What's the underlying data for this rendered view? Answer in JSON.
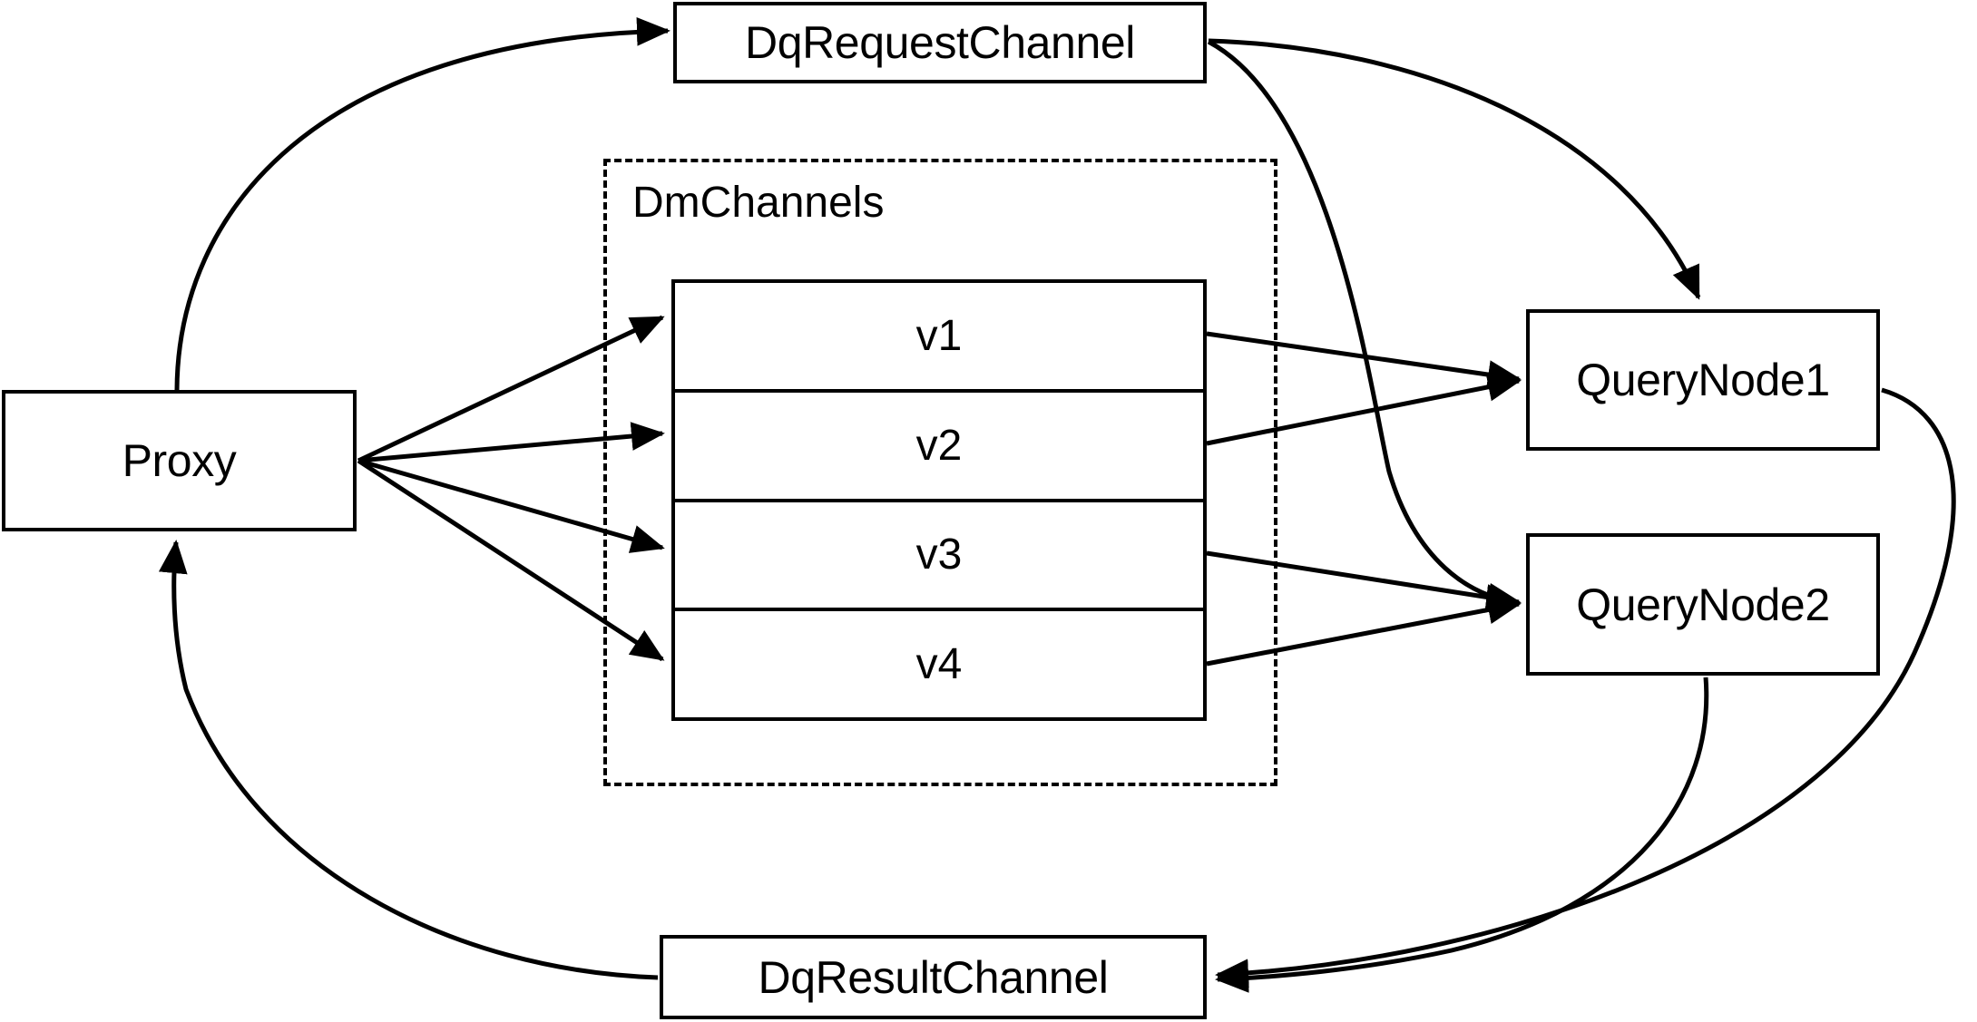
{
  "diagram": {
    "title": "Milvus distributed query data flow",
    "background_color": "#ffffff",
    "stroke_color": "#000000",
    "nodes": {
      "proxy": {
        "label": "Proxy"
      },
      "dq_request_channel": {
        "label": "DqRequestChannel"
      },
      "dq_result_channel": {
        "label": "DqResultChannel"
      },
      "query_node_1": {
        "label": "QueryNode1"
      },
      "query_node_2": {
        "label": "QueryNode2"
      }
    },
    "groups": {
      "dm_channels": {
        "label": "DmChannels",
        "border_style": "dashed",
        "channels": [
          {
            "label": "v1"
          },
          {
            "label": "v2"
          },
          {
            "label": "v3"
          },
          {
            "label": "v4"
          }
        ]
      }
    },
    "edges": [
      {
        "from": "Proxy",
        "to": "DqRequestChannel",
        "style": "curved",
        "arrow": "to"
      },
      {
        "from": "Proxy",
        "to": "v1",
        "style": "straight",
        "arrow": "to"
      },
      {
        "from": "Proxy",
        "to": "v2",
        "style": "straight",
        "arrow": "to"
      },
      {
        "from": "Proxy",
        "to": "v3",
        "style": "straight",
        "arrow": "to"
      },
      {
        "from": "Proxy",
        "to": "v4",
        "style": "straight",
        "arrow": "to"
      },
      {
        "from": "v1",
        "to": "QueryNode1",
        "style": "straight",
        "arrow": "to"
      },
      {
        "from": "v2",
        "to": "QueryNode1",
        "style": "straight",
        "arrow": "to"
      },
      {
        "from": "v3",
        "to": "QueryNode2",
        "style": "straight",
        "arrow": "to"
      },
      {
        "from": "v4",
        "to": "QueryNode2",
        "style": "straight",
        "arrow": "to"
      },
      {
        "from": "DqRequestChannel",
        "to": "QueryNode1",
        "style": "curved",
        "arrow": "to"
      },
      {
        "from": "DqRequestChannel",
        "to": "QueryNode2",
        "style": "curved",
        "arrow": "to"
      },
      {
        "from": "QueryNode1",
        "to": "DqResultChannel",
        "style": "curved",
        "arrow": "to"
      },
      {
        "from": "QueryNode2",
        "to": "DqResultChannel",
        "style": "curved",
        "arrow": "to"
      },
      {
        "from": "DqResultChannel",
        "to": "Proxy",
        "style": "curved",
        "arrow": "to"
      }
    ]
  }
}
